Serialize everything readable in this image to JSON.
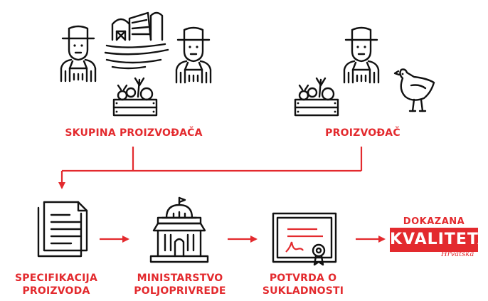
{
  "labels": {
    "group": "SKUPINA PROIZVOĐAČA",
    "producer": "PROIZVOĐAČ",
    "spec_line1": "SPECIFIKACIJA",
    "spec_line2": "PROIZVODA",
    "ministry_line1": "MINISTARSTVO",
    "ministry_line2": "POLJOPRIVREDE",
    "cert_line1": "POTVRDA O",
    "cert_line2": "SUKLADNOSTI"
  },
  "badge": {
    "top": "DOKAZANA",
    "main": "KVALITETA",
    "sub": "Hrvatska"
  },
  "colors": {
    "accent": "#e32a2e",
    "ink": "#111111"
  }
}
